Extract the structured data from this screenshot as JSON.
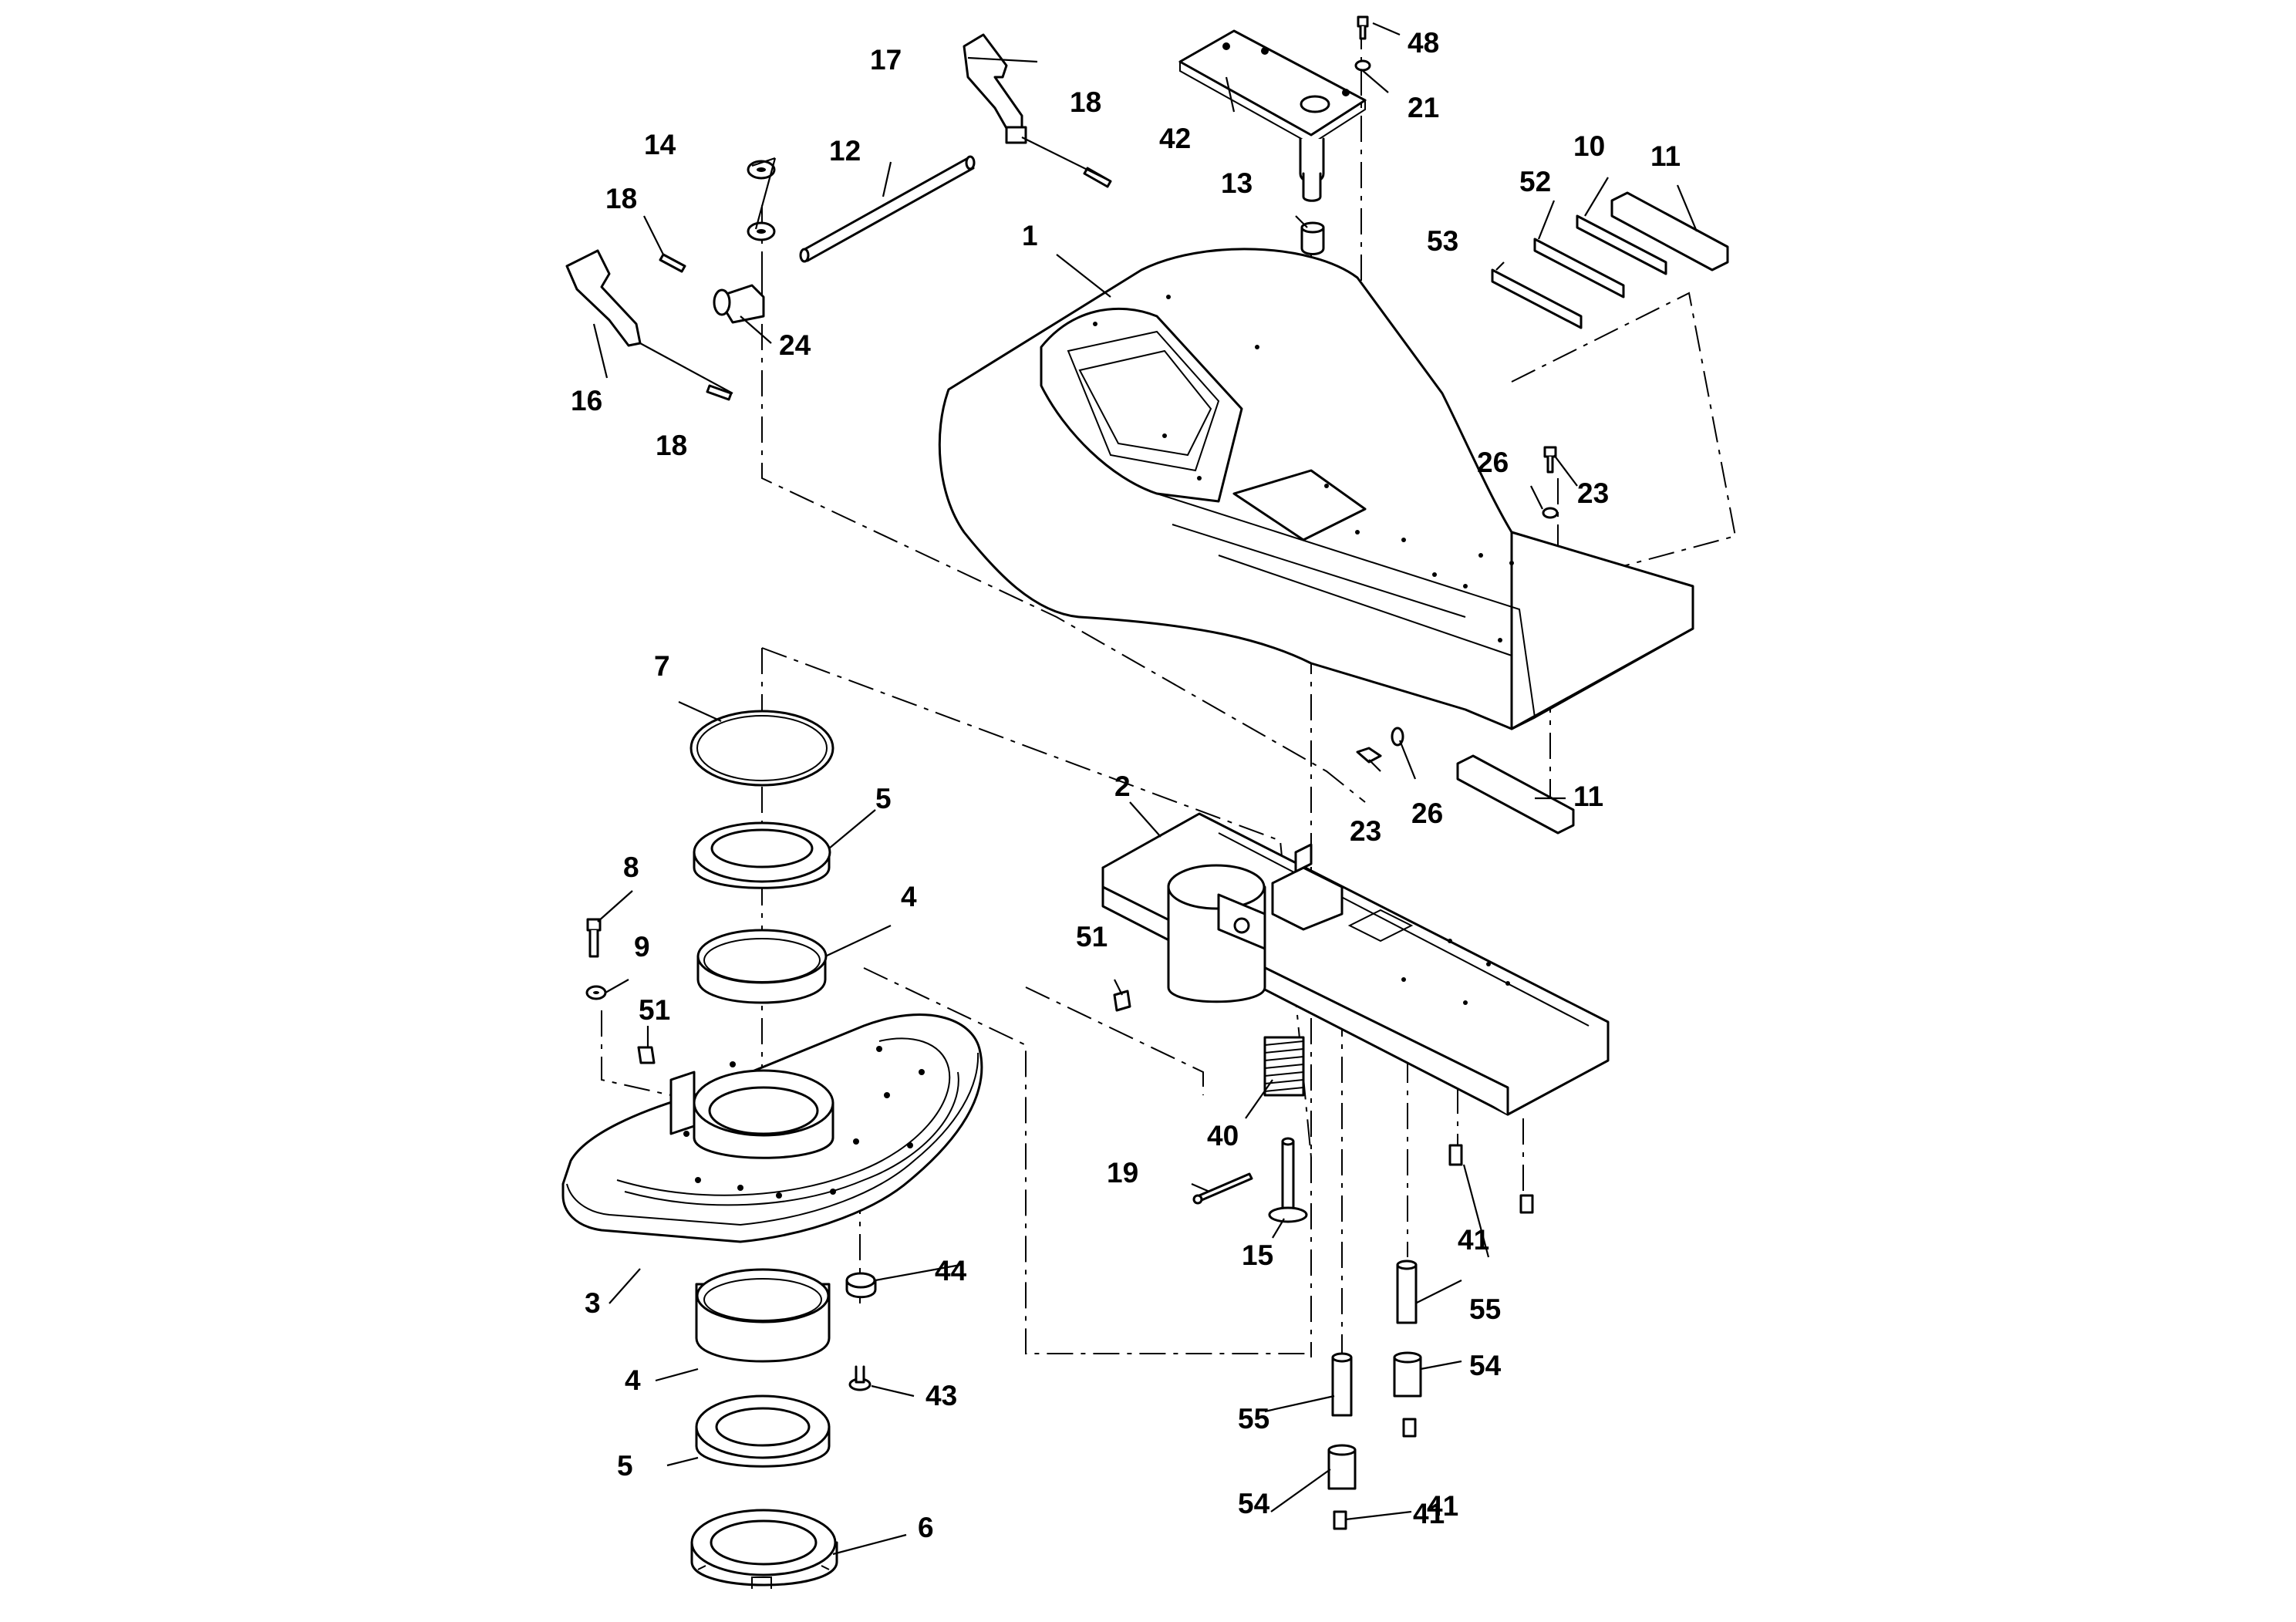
{
  "diagram": {
    "kind": "exploded-parts-view",
    "callouts": {
      "c1": "1",
      "c2": "2",
      "c3": "3",
      "c4a": "4",
      "c4b": "4",
      "c5a": "5",
      "c5b": "5",
      "c6": "6",
      "c7": "7",
      "c8": "8",
      "c9": "9",
      "c10": "10",
      "c11a": "11",
      "c11b": "11",
      "c12": "12",
      "c13": "13",
      "c14": "14",
      "c15": "15",
      "c16": "16",
      "c17": "17",
      "c18a": "18",
      "c18b": "18",
      "c18c": "18",
      "c19": "19",
      "c21": "21",
      "c23a": "23",
      "c23b": "23",
      "c24": "24",
      "c26a": "26",
      "c26b": "26",
      "c40": "40",
      "c41a": "41",
      "c41b": "41",
      "c41c": "41",
      "c42": "42",
      "c43": "43",
      "c44": "44",
      "c48": "48",
      "c51a": "51",
      "c51b": "51",
      "c52": "52",
      "c53": "53",
      "c54a": "54",
      "c54b": "54",
      "c55a": "55",
      "c55b": "55"
    }
  }
}
